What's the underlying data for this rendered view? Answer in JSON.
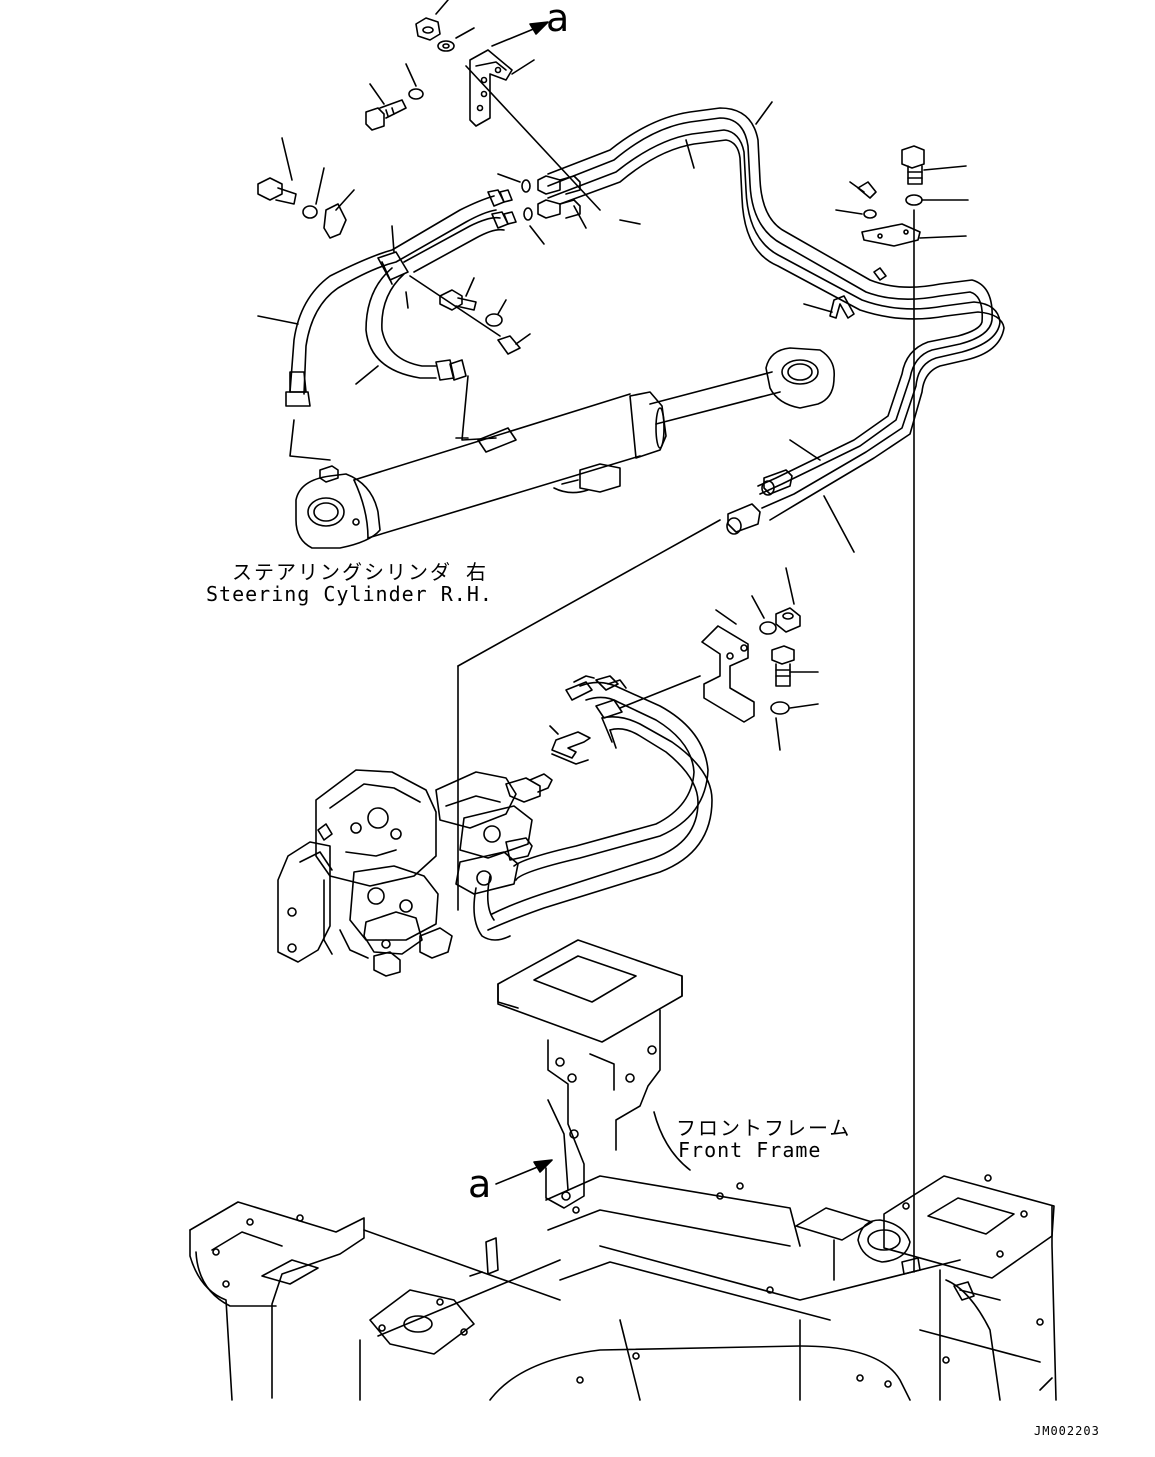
{
  "labels": {
    "cylinder_jp": "ステアリングシリンダ 右",
    "cylinder_en": "Steering Cylinder R.H.",
    "frame_jp": "フロントフレーム",
    "frame_en": "Front Frame",
    "ref_top": "a",
    "ref_bottom": "a",
    "drawing_code": "JM002203"
  }
}
